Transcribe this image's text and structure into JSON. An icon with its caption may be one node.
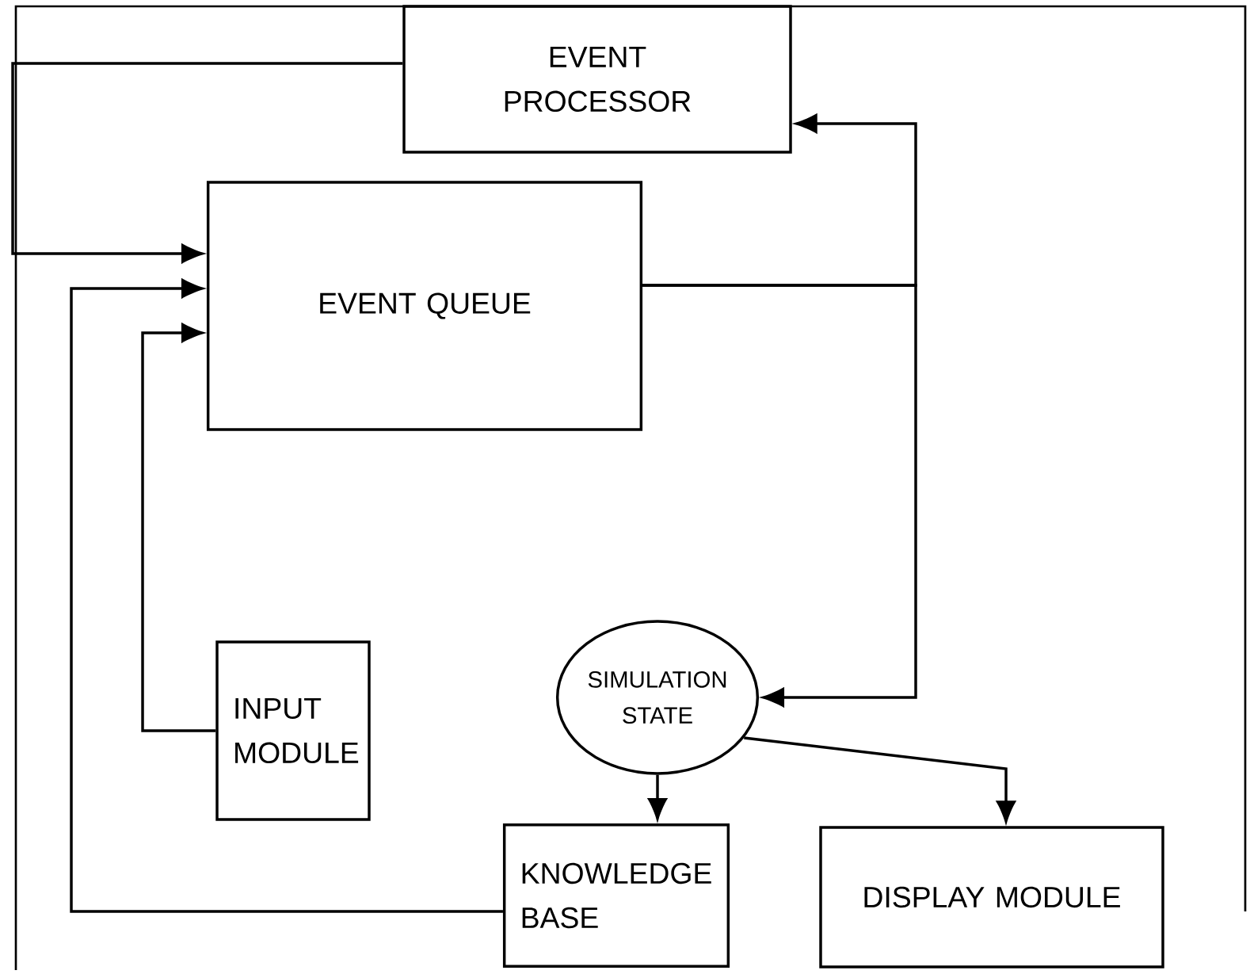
{
  "diagram": {
    "nodes": [
      {
        "text": [
          "EVENT PROCESSOR"
        ]
      },
      {
        "text": [
          "EVENT QUEUE"
        ]
      },
      {
        "text": [
          "INPUT MODULE"
        ]
      },
      {
        "text": [
          "SIMULATION STATE"
        ]
      },
      {
        "text": [
          "KNOWLEDGE BASE"
        ]
      },
      {
        "text": [
          "DISPLAY MODULE"
        ]
      }
    ],
    "edges": [
      {
        "from": 0,
        "to": 1,
        "arrow": "to"
      },
      {
        "from": 1,
        "to": 0,
        "arrow": "to"
      },
      {
        "from": 1,
        "to": 3,
        "arrow": "to"
      },
      {
        "from": 4,
        "to": 1,
        "arrow": "to"
      },
      {
        "from": 2,
        "to": 1,
        "arrow": "to"
      },
      {
        "from": 3,
        "to": 4,
        "arrow": "to"
      },
      {
        "from": 3,
        "to": 5,
        "arrow": "to"
      }
    ]
  }
}
